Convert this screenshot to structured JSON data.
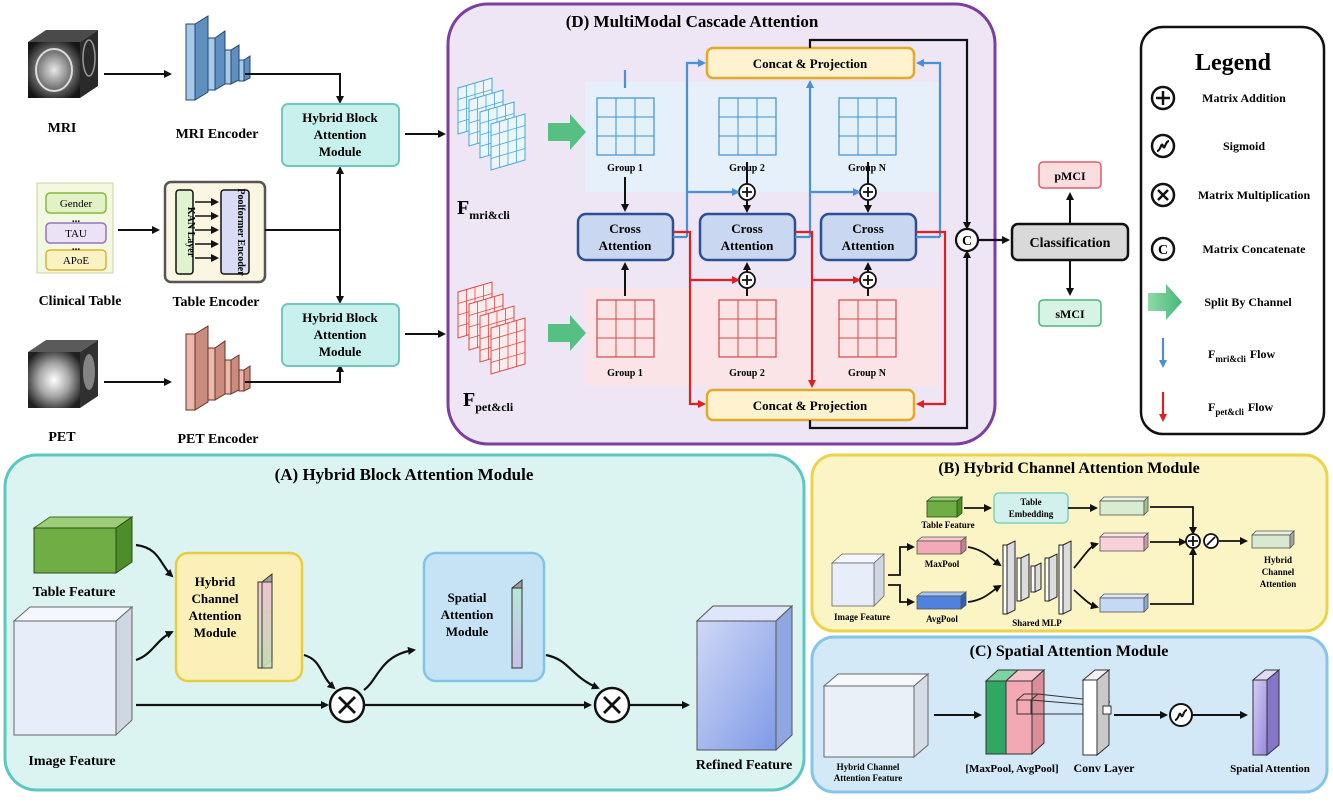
{
  "inputs": {
    "mri_label": "MRI",
    "mri_encoder": "MRI Encoder",
    "clinical_label": "Clinical Table",
    "table_encoder": "Table Encoder",
    "pet_label": "PET",
    "pet_encoder": "PET Encoder",
    "table_rows": [
      "Gender",
      "TAU",
      "APoE"
    ],
    "ellipsis": "...",
    "kan_layer": "KAN Layer",
    "poolformer": "Poolformer Encoder"
  },
  "hybrid_block": {
    "line1": "Hybrid Block",
    "line2": "Attention",
    "line3": "Module"
  },
  "panel_d": {
    "title": "(D) MultiModal Cascade Attention",
    "concat": "Concat & Projection",
    "cross_line1": "Cross",
    "cross_line2": "Attention",
    "groups": [
      "Group 1",
      "Group 2",
      "Group N"
    ],
    "f_mri_main": "F",
    "f_mri_sub": "mri&cli",
    "f_pet_main": "F",
    "f_pet_sub": "pet&cli",
    "concat_symbol": "C"
  },
  "output": {
    "classification": "Classification",
    "pmci": "pMCI",
    "smci": "sMCI"
  },
  "legend": {
    "title": "Legend",
    "items": [
      {
        "icon": "plus-circle-icon",
        "label": "Matrix Addition"
      },
      {
        "icon": "sigmoid-icon",
        "label": "Sigmoid"
      },
      {
        "icon": "times-circle-icon",
        "label": "Matrix Multiplication"
      },
      {
        "icon": "concat-circle-icon",
        "label": "Matrix Concatenate"
      },
      {
        "icon": "split-arrow-icon",
        "label": "Split By Channel"
      }
    ],
    "flow_mri_main": "F",
    "flow_mri_sub": "mri&cli",
    "flow_pet_main": "F",
    "flow_pet_sub": "pet&cli",
    "flow_word": "Flow"
  },
  "panel_a": {
    "title": "(A) Hybrid Block Attention Module",
    "table_feature": "Table Feature",
    "image_feature": "Image Feature",
    "hcam_line1": "Hybrid",
    "hcam_line2": "Channel",
    "hcam_line3": "Attention",
    "hcam_line4": "Module",
    "sam_line1": "Spatial",
    "sam_line2": "Attention",
    "sam_line3": "Module",
    "refined": "Refined Feature"
  },
  "panel_b": {
    "title": "(B) Hybrid Channel Attention Module",
    "table_feature": "Table Feature",
    "table_embedding_line1": "Table",
    "table_embedding_line2": "Embedding",
    "maxpool": "MaxPool",
    "avgpool": "AvgPool",
    "image_feature": "Image Feature",
    "shared_mlp": "Shared MLP",
    "out_line1": "Hybrid",
    "out_line2": "Channel",
    "out_line3": "Attention"
  },
  "panel_c": {
    "title": "(C) Spatial Attention Module",
    "in_line1": "Hybrid Channel",
    "in_line2": "Attention Feature",
    "pool": "[MaxPool,  AvgPool]",
    "conv": "Conv Layer",
    "out": "Spatial Attention"
  },
  "colors": {
    "panel_d_border": "#7b3fa0",
    "panel_a_bg": "#dcf4f1",
    "panel_b_bg": "#fbf4c4",
    "panel_c_bg": "#d3e9f7",
    "mri_flow": "#4a8fd8",
    "pet_flow": "#e02020",
    "hybrid_block_fill": "#c8f0ec"
  }
}
